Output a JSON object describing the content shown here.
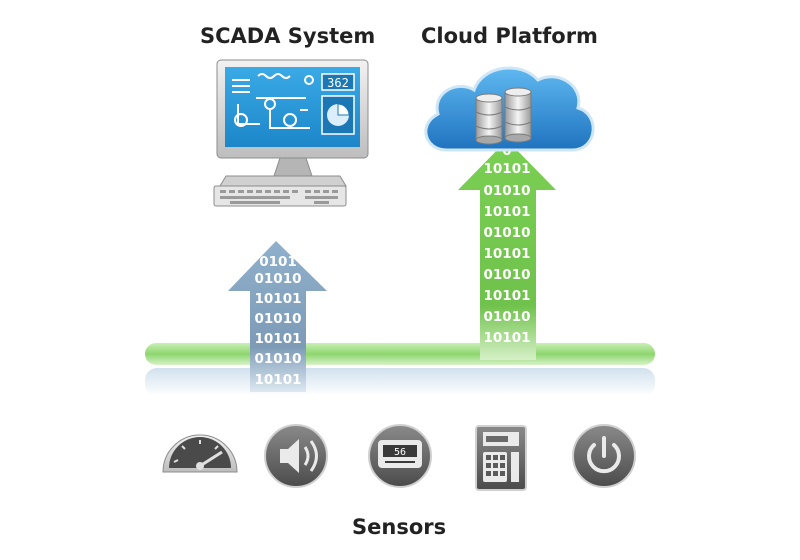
{
  "labels": {
    "scada": "SCADA System",
    "cloud": "Cloud Platform",
    "sensors": "Sensors"
  },
  "monitor_readout": "362",
  "gauge_readout": "56",
  "arrow_bits": {
    "left": [
      "0101",
      "01010",
      "10101",
      "01010",
      "10101",
      "01010",
      "10101"
    ],
    "right": [
      "0",
      "10101",
      "01010",
      "10101",
      "01010",
      "10101",
      "01010",
      "10101",
      "01010",
      "10101"
    ]
  },
  "sensor_icons": [
    "speedometer-icon",
    "speaker-icon",
    "meter-icon",
    "keypad-device-icon",
    "power-icon"
  ],
  "colors": {
    "bus_green": "#8ed66f",
    "arrow_blue": "#7d9bb6",
    "arrow_green": "#6fc24b",
    "screen_blue": "#2a9ad8",
    "cloud_blue": "#2f8fd6"
  }
}
